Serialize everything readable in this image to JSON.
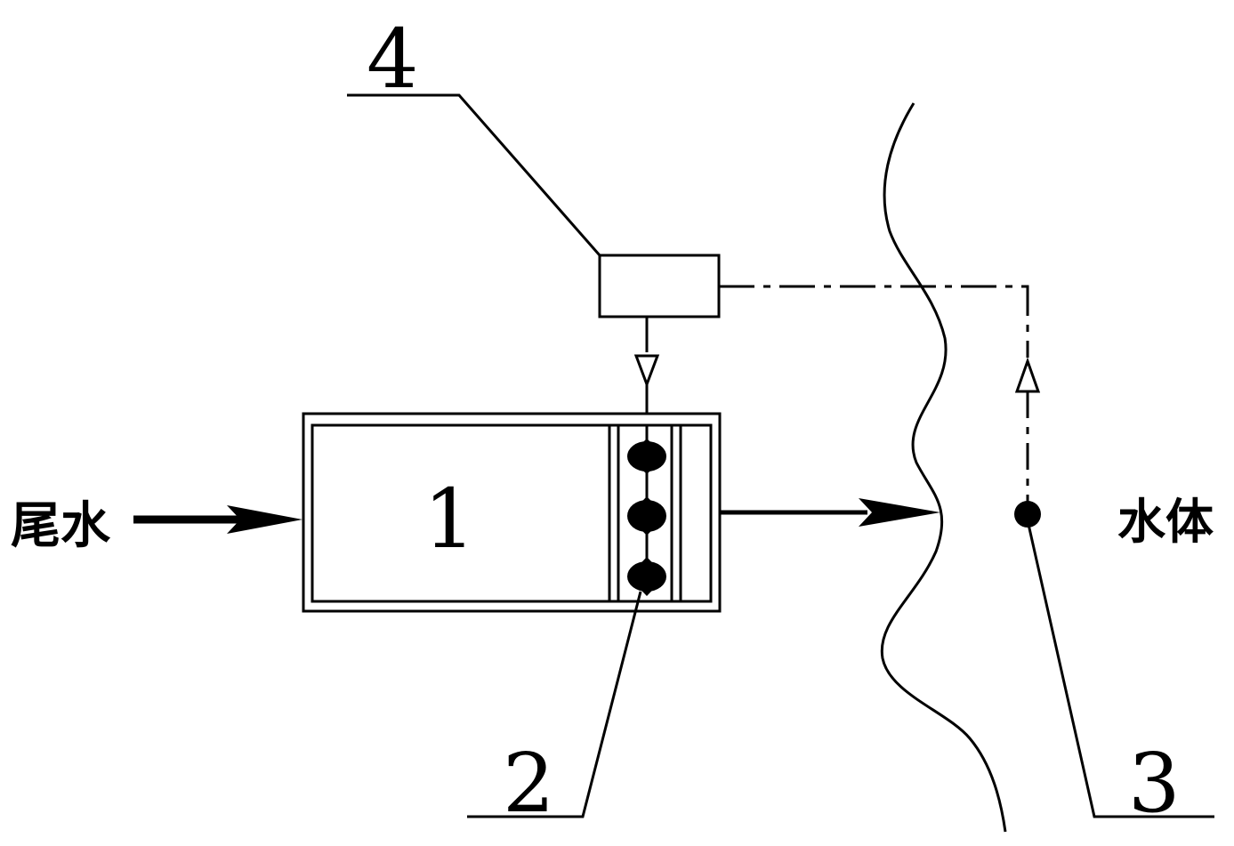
{
  "labels": {
    "inlet": "尾水",
    "water_body": "水体",
    "tank": "1",
    "aerator": "2",
    "sensor": "3",
    "controller": "4"
  },
  "colors": {
    "stroke": "#000000",
    "background": "#ffffff"
  }
}
